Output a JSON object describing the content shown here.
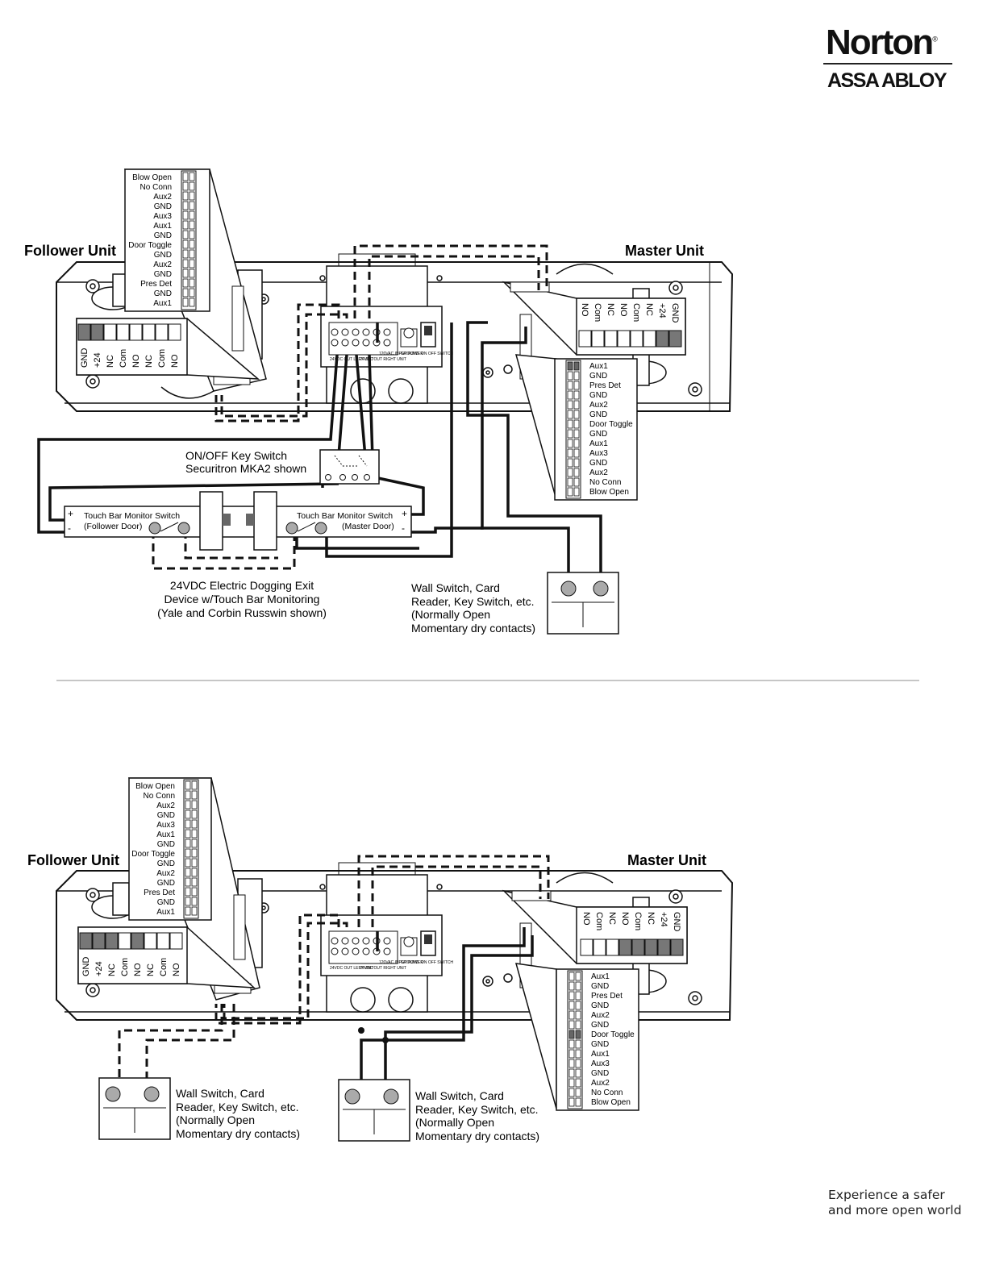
{
  "brand": {
    "name": "Norton",
    "registered": "®",
    "parent": "ASSA ABLOY"
  },
  "tagline": {
    "line1": "Experience a safer",
    "line2": "and more open world"
  },
  "follower_label": "Follower Unit",
  "master_label": "Master Unit",
  "left_terminal_top": [
    "Blow Open",
    "No Conn",
    "Aux2",
    "GND",
    "Aux3",
    "Aux1",
    "GND",
    "Door Toggle",
    "GND",
    "Aux2",
    "GND",
    "Pres Det",
    "GND",
    "Aux1"
  ],
  "right_terminal_list": [
    "Aux1",
    "GND",
    "Pres Det",
    "GND",
    "Aux2",
    "GND",
    "Door Toggle",
    "GND",
    "Aux1",
    "Aux3",
    "GND",
    "Aux2",
    "No Conn",
    "Blow Open"
  ],
  "left_bottom_labels": [
    "GND",
    "+24",
    "NC",
    "Com",
    "NO",
    "NC",
    "Com",
    "NO"
  ],
  "right_top_labels": [
    "NO",
    "Com",
    "NC",
    "NO",
    "Com",
    "NC",
    "+24",
    "GND"
  ],
  "board_labels": [
    "24VDC OUT LEFT UNIT",
    "24VDC OUT RIGHT UNIT",
    "120VAC INPUT POWER",
    "GROUND",
    "ON OFF SWITCH"
  ],
  "diagram1": {
    "key_switch": {
      "line1": "ON/OFF Key Switch",
      "line2": "Securitron MKA2 shown"
    },
    "touchbar_follower": {
      "line1": "Touch Bar Monitor Switch",
      "line2": "(Follower Door)"
    },
    "touchbar_master": {
      "line1": "Touch Bar Monitor Switch",
      "line2": "(Master Door)"
    },
    "exit_device": {
      "line1": "24VDC Electric Dogging Exit",
      "line2": "Device w/Touch Bar Monitoring",
      "line3": "(Yale and Corbin Russwin shown)"
    },
    "wall_switch": {
      "line1": "Wall Switch, Card",
      "line2": "Reader, Key Switch, etc.",
      "line3": "(Normally Open",
      "line4": "Momentary dry contacts)"
    },
    "plus": "+",
    "minus": "-"
  },
  "diagram2": {
    "wall_switch_a": {
      "line1": "Wall Switch, Card",
      "line2": "Reader, Key Switch, etc.",
      "line3": "(Normally Open",
      "line4": "Momentary dry contacts)"
    },
    "wall_switch_b": {
      "line1": "Wall Switch, Card",
      "line2": "Reader, Key Switch, etc.",
      "line3": "(Normally Open",
      "line4": "Momentary dry contacts)"
    }
  }
}
